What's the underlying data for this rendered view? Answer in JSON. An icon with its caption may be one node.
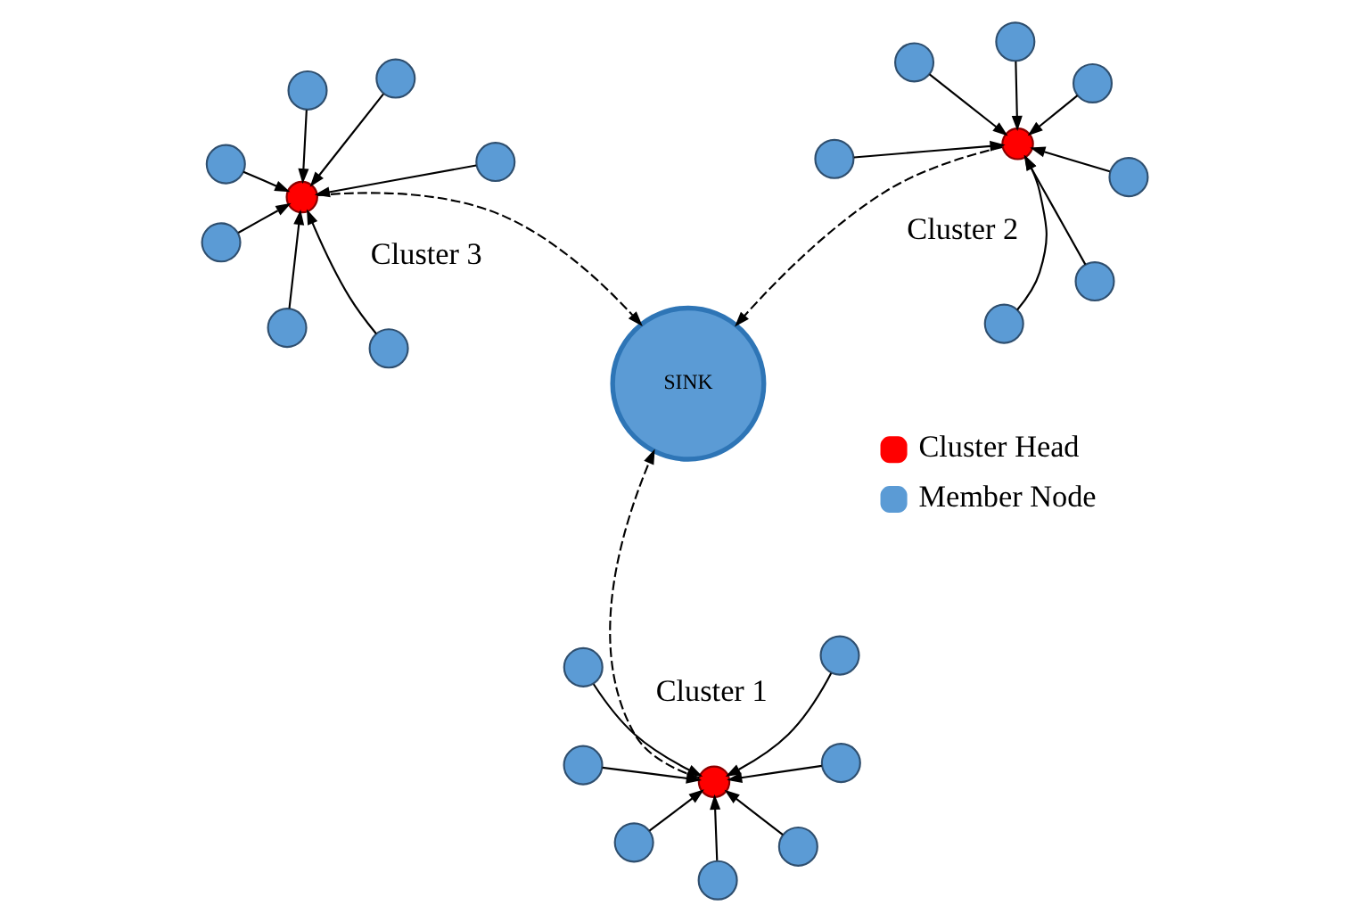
{
  "diagram": {
    "nodes": [
      {
        "text": [
          "SINK"
        ]
      },
      {
        "text": [],
        "shape": "circle",
        "beside": [
          "Cluster 1"
        ]
      },
      {
        "text": [],
        "shape": "circle"
      },
      {
        "text": [],
        "shape": "circle"
      },
      {
        "text": [],
        "shape": "circle"
      },
      {
        "text": [],
        "shape": "circle"
      },
      {
        "text": [],
        "shape": "circle"
      },
      {
        "text": [],
        "shape": "circle"
      },
      {
        "text": [],
        "shape": "circle"
      },
      {
        "text": [],
        "shape": "circle",
        "beside": [
          "Cluster 2"
        ]
      },
      {
        "text": [],
        "shape": "circle"
      },
      {
        "text": [],
        "shape": "circle"
      },
      {
        "text": [],
        "shape": "circle"
      },
      {
        "text": [],
        "shape": "circle"
      },
      {
        "text": [],
        "shape": "circle"
      },
      {
        "text": [],
        "shape": "circle"
      },
      {
        "text": [],
        "shape": "circle"
      },
      {
        "text": [],
        "shape": "circle",
        "beside": [
          "Cluster 3"
        ]
      },
      {
        "text": [],
        "shape": "circle"
      },
      {
        "text": [],
        "shape": "circle"
      },
      {
        "text": [],
        "shape": "circle"
      },
      {
        "text": [],
        "shape": "circle"
      },
      {
        "text": [],
        "shape": "circle"
      },
      {
        "text": [],
        "shape": "circle"
      },
      {
        "text": [],
        "shape": "circle"
      }
    ],
    "edges": [
      {
        "from": 2,
        "to": 1,
        "arrow": "to"
      },
      {
        "from": 3,
        "to": 1,
        "arrow": "to"
      },
      {
        "from": 4,
        "to": 1,
        "arrow": "to"
      },
      {
        "from": 5,
        "to": 1,
        "arrow": "to"
      },
      {
        "from": 6,
        "to": 1,
        "arrow": "to"
      },
      {
        "from": 7,
        "to": 1,
        "arrow": "to"
      },
      {
        "from": 8,
        "to": 1,
        "arrow": "to"
      },
      {
        "from": 10,
        "to": 9,
        "arrow": "to"
      },
      {
        "from": 11,
        "to": 9,
        "arrow": "to"
      },
      {
        "from": 12,
        "to": 9,
        "arrow": "to"
      },
      {
        "from": 13,
        "to": 9,
        "arrow": "to"
      },
      {
        "from": 14,
        "to": 9,
        "arrow": "to"
      },
      {
        "from": 15,
        "to": 9,
        "arrow": "to"
      },
      {
        "from": 16,
        "to": 9,
        "arrow": "to"
      },
      {
        "from": 18,
        "to": 17,
        "arrow": "to"
      },
      {
        "from": 19,
        "to": 17,
        "arrow": "to"
      },
      {
        "from": 20,
        "to": 17,
        "arrow": "to"
      },
      {
        "from": 21,
        "to": 17,
        "arrow": "to"
      },
      {
        "from": 22,
        "to": 17,
        "arrow": "to"
      },
      {
        "from": 23,
        "to": 17,
        "arrow": "to"
      },
      {
        "from": 24,
        "to": 17,
        "arrow": "to"
      },
      {
        "from": 1,
        "to": 0,
        "arrow": "to",
        "style": "dashed"
      },
      {
        "from": 9,
        "to": 0,
        "arrow": "to",
        "style": "dashed"
      },
      {
        "from": 17,
        "to": 0,
        "arrow": "to",
        "style": "dashed"
      }
    ],
    "legend": [
      {
        "text": "Cluster Head",
        "color": "#ff0000"
      },
      {
        "text": "Member Node",
        "color": "#5b9bd5"
      }
    ]
  }
}
